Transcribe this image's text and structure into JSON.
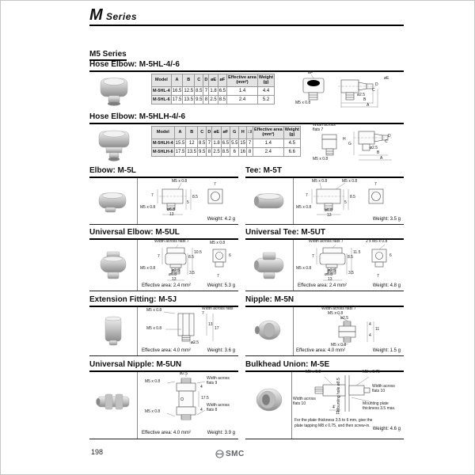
{
  "page": {
    "series_title": "M Series",
    "group_title": "M5 Series",
    "page_number": "198",
    "brand": "SMC"
  },
  "sections": [
    {
      "title": "Hose Elbow: M-5HL-4/-6",
      "table": {
        "headers": [
          [
            "Model"
          ],
          [
            "A"
          ],
          [
            "B"
          ],
          [
            "C"
          ],
          [
            "D"
          ],
          [
            "øE"
          ],
          [
            "øF"
          ],
          [
            "Effective area",
            "(mm²)"
          ],
          [
            "Weight",
            "(g)"
          ]
        ],
        "rows": [
          [
            "M-5HL-4",
            "16.5",
            "12.5",
            "8.5",
            "7",
            "1.8",
            "6.5",
            "1.4",
            "4.4"
          ],
          [
            "M-5HL-6",
            "17.5",
            "13.5",
            "9.5",
            "8",
            "2.5",
            "8.5",
            "2.4",
            "5.2"
          ]
        ]
      },
      "labels": [
        "øF",
        "M5 x 0.8",
        "øE",
        "D",
        "C",
        "ø2.5",
        "B",
        "A"
      ]
    },
    {
      "title": "Hose Elbow: M-5HLH-4/-6",
      "table": {
        "headers": [
          [
            "Model"
          ],
          [
            "A"
          ],
          [
            "B"
          ],
          [
            "C"
          ],
          [
            "D"
          ],
          [
            "øE"
          ],
          [
            "øF"
          ],
          [
            "G"
          ],
          [
            "H"
          ],
          [
            "□I"
          ],
          [
            "Effective area",
            "(mm²)"
          ],
          [
            "Weight",
            "(g)"
          ]
        ],
        "rows": [
          [
            "M-5HLH-4",
            "15.5",
            "12",
            "8.5",
            "7",
            "1.8",
            "6.5",
            "5.5",
            "15",
            "7",
            "1.4",
            "4.5"
          ],
          [
            "M-5HLH-6",
            "17.5",
            "13.5",
            "9.5",
            "8",
            "2.5",
            "8.5",
            "6",
            "16",
            "8",
            "2.4",
            "6.6"
          ]
        ]
      },
      "labels": [
        "Width across flats 7",
        "M5 x 0.8",
        "H",
        "G",
        "D",
        "C",
        "ø2.5",
        "B",
        "A"
      ]
    },
    {
      "title": "Elbow: M-5L",
      "labels": [
        "M5 x 0.8",
        "7",
        "7",
        "5",
        "8.5",
        "M5 x 0.8",
        "ø6.8",
        "13"
      ],
      "weight": "Weight: 4.2 g"
    },
    {
      "title": "Tee: M-5T",
      "labels": [
        "M5 x 0.8",
        "M5 x 0.8",
        "7",
        "7",
        "5",
        "8.5",
        "M5 x 0.8",
        "ø6.8",
        "13"
      ],
      "weight": "Weight: 3.5 g"
    },
    {
      "title": "Universal Elbow: M-5UL",
      "labels": [
        "Width across flats 7",
        "M5 x 0.8",
        "7",
        "8.5",
        "10.5",
        "M5 x 0.8",
        "ø2.5",
        "ø6.8",
        "13",
        "3.5",
        "6",
        "7"
      ],
      "effective_area": "Effective area: 2.4 mm²",
      "weight": "Weight: 5.3 g"
    },
    {
      "title": "Universal Tee: M-5UT",
      "labels": [
        "Width across flats 7",
        "2 x M5 x 0.8",
        "7",
        "8.5",
        "11.5",
        "M5 x 0.8",
        "ø2.5",
        "ø6.8",
        "13",
        "3.5",
        "6",
        "7"
      ],
      "effective_area": "Effective area: 2.4 mm²",
      "weight": "Weight: 4.8 g"
    },
    {
      "title": "Extension Fitting: M-5J",
      "labels": [
        "M5 x 0.8",
        "Width across flats 7",
        "M5 x 0.8",
        "13",
        "17",
        "ø2.5"
      ],
      "effective_area": "Effective area: 4.0 mm²",
      "weight": "Weight: 3.6 g"
    },
    {
      "title": "Nipple: M-5N",
      "labels": [
        "Width across flats 7",
        "M5 x 0.8",
        "ø2.5",
        "4",
        "11",
        "4",
        "M5 x 0.8"
      ],
      "effective_area": "Effective area: 4.0 mm²",
      "weight": "Weight: 1.5 g"
    },
    {
      "title": "Universal Nipple: M-5UN",
      "labels": [
        "ø2.5",
        "M5 x 0.8",
        "Width across flats 9",
        "4",
        "17.5",
        "Width across flats 8",
        "M5 x 0.8",
        "4"
      ],
      "effective_area": "Effective area: 4.0 mm²",
      "weight": "Weight: 3.9 g"
    },
    {
      "title": "Bulkhead Union: M-5E",
      "labels": [
        "M5 x 0.8",
        "M8 x 0.75",
        "Width across flats 10",
        "Mounting hole ø8.5",
        "Width across flats 10",
        "Mounting plate thickness 3.5 max.",
        "4",
        "11"
      ],
      "note": "For the plate thickness 3.5 to 6 mm, give the plate tapping M8 x 0.75, and then screw-in.",
      "weight": "Weight: 4.6 g"
    }
  ]
}
